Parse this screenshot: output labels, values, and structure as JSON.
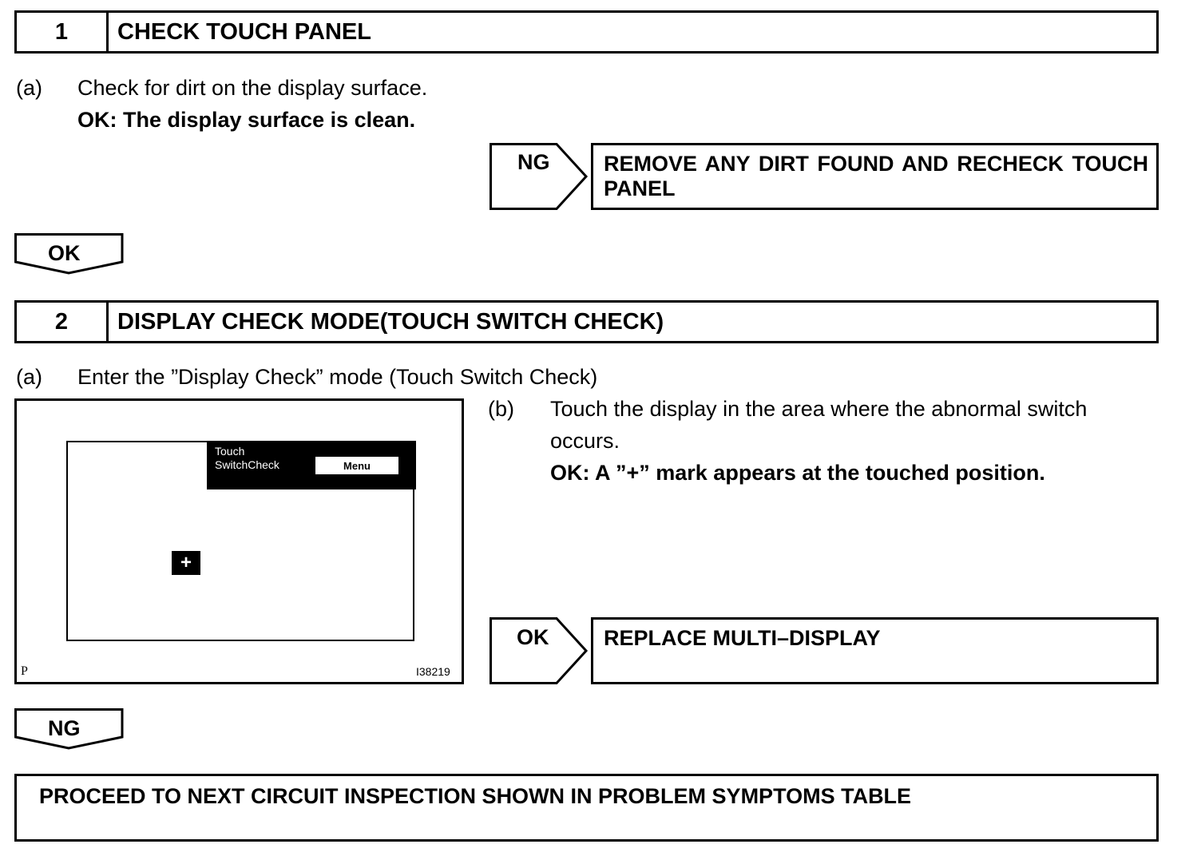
{
  "step1": {
    "number": "1",
    "title": "CHECK TOUCH PANEL",
    "item_a_marker": "(a)",
    "item_a_text": "Check for dirt on the display surface.",
    "item_a_ok": "OK: The display surface is clean.",
    "ng_label": "NG",
    "ng_result": "REMOVE ANY DIRT FOUND AND RECHECK TOUCH PANEL",
    "ok_label": "OK"
  },
  "step2": {
    "number": "2",
    "title": "DISPLAY CHECK MODE(TOUCH SWITCH CHECK)",
    "item_a_marker": "(a)",
    "item_a_text": "Enter the ”Display Check” mode (Touch Switch Check)",
    "item_b_marker": "(b)",
    "item_b_text_line1": "Touch the display in the area where the abnormal switch",
    "item_b_text_line2": "occurs.",
    "item_b_ok": "OK: A ”+” mark appears at the touched position.",
    "ok_label": "OK",
    "ok_result": "REPLACE MULTI–DISPLAY",
    "ng_label": "NG"
  },
  "figure": {
    "screen_header_line1": "Touch",
    "screen_header_line2": "SwitchCheck",
    "menu_button": "Menu",
    "plus_mark": "+",
    "corner_label": "P",
    "figure_id": "I38219"
  },
  "final": {
    "text": "PROCEED TO NEXT CIRCUIT INSPECTION SHOWN IN PROBLEM SYMPTOMS TABLE"
  },
  "icons": [
    "arrow-right-icon",
    "arrow-down-icon",
    "plus-icon"
  ]
}
